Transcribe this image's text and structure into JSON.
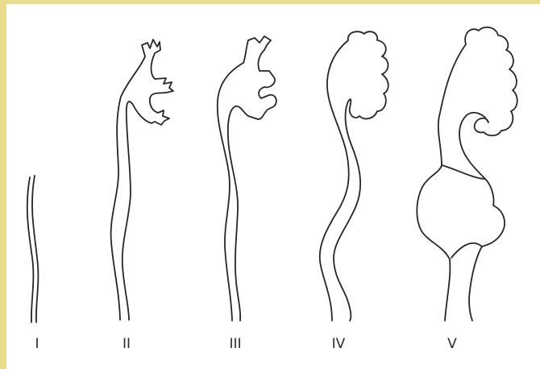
{
  "colors": {
    "border": "#e9dc8d",
    "ink": "#262626",
    "background": "#ffffff"
  },
  "stages": [
    {
      "label": "I"
    },
    {
      "label": "II"
    },
    {
      "label": "III"
    },
    {
      "label": "IV"
    },
    {
      "label": "V"
    }
  ]
}
